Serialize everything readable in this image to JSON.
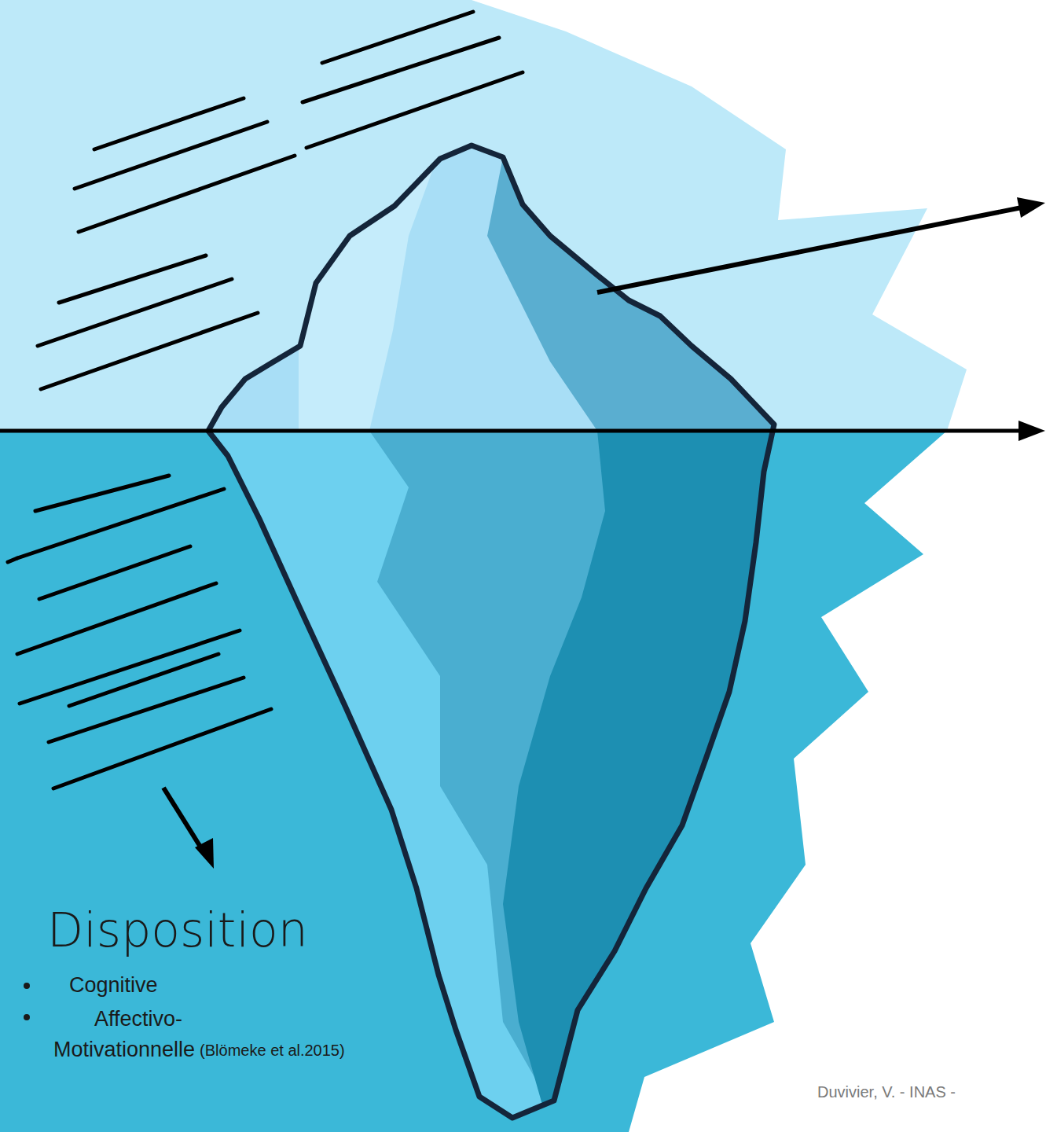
{
  "diagram": {
    "labels": [
      "Disposition",
      "Cognitive",
      "Affectivo- Motivationnelle",
      "(Blömeke et al.2015)",
      "Duvivier, V. - INAS -"
    ]
  }
}
